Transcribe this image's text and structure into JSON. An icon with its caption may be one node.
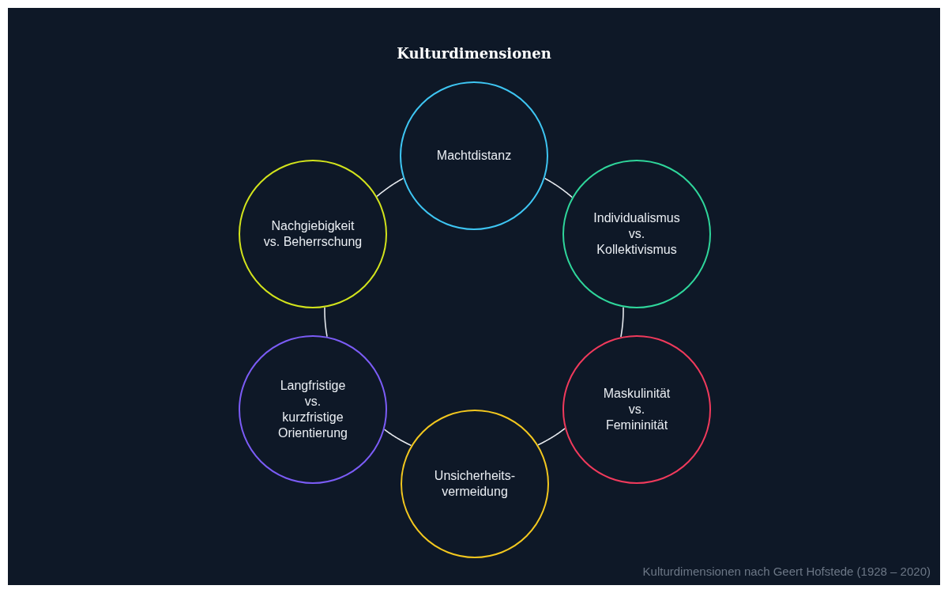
{
  "diagram": {
    "title": "Kulturdimensionen",
    "nodes": [
      {
        "text": [
          "Machtdistanz"
        ]
      },
      {
        "text": [
          "Individualismus vs. Kollektivismus"
        ]
      },
      {
        "text": [
          "Maskulinität vs. Femininität"
        ]
      },
      {
        "text": [
          "Unsicherheits- vermeidung"
        ]
      },
      {
        "text": [
          "Langfristige vs. kurzfristige Orientierung"
        ]
      },
      {
        "text": [
          "Nachgiebigkeit vs. Beherrschung"
        ]
      }
    ],
    "edges": [
      {
        "from": 0,
        "to": 1,
        "arrow": "none"
      },
      {
        "from": 1,
        "to": 2,
        "arrow": "none"
      },
      {
        "from": 2,
        "to": 3,
        "arrow": "none"
      },
      {
        "from": 3,
        "to": 4,
        "arrow": "none"
      },
      {
        "from": 4,
        "to": 5,
        "arrow": "none"
      },
      {
        "from": 5,
        "to": 0,
        "arrow": "none"
      }
    ],
    "caption": "Kulturdimensionen nach Geert Hofstede (1928 – 2020)"
  }
}
